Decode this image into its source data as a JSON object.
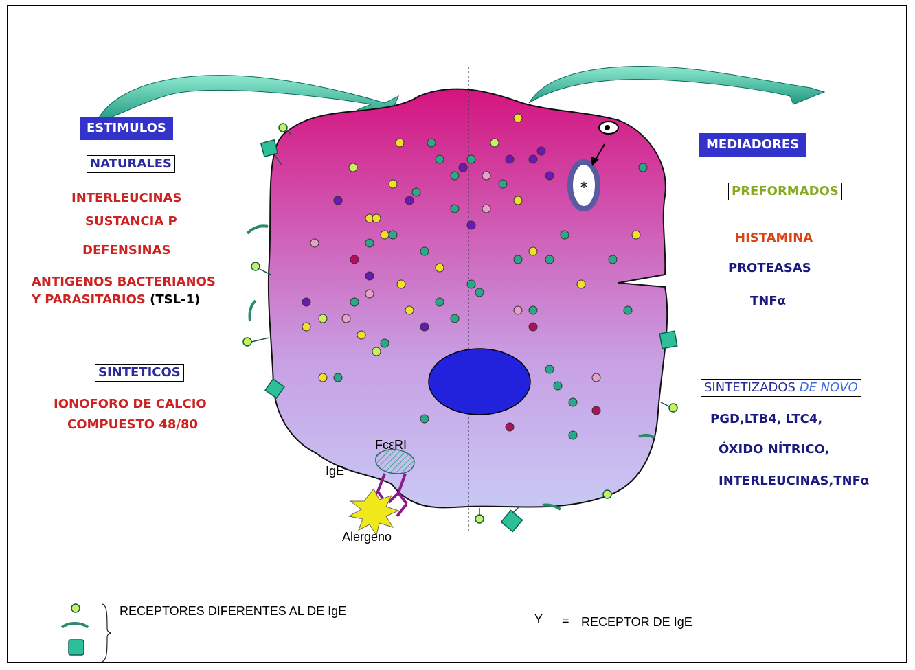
{
  "left": {
    "header": "ESTIMULOS",
    "naturales": "NATURALES",
    "interleucinas": "INTERLEUCINAS",
    "sustancia": "SUSTANCIA P",
    "defensinas": "DEFENSINAS",
    "antigenos1": "ANTIGENOS BACTERIANOS",
    "antigenos2": "Y PARASITARIOS",
    "tsl": "(TSL-1)",
    "sinteticos": "SINTETICOS",
    "ionoforo": "IONOFORO DE CALCIO",
    "compuesto": "COMPUESTO 48/80"
  },
  "right": {
    "header": "MEDIADORES",
    "preformados": "PREFORMADOS",
    "histamina": "HISTAMINA",
    "proteasas": "PROTEASAS",
    "tnf": "TNFα",
    "sintetizados": "SINTETIZADOS",
    "denovo": "DE NOVO",
    "line1": "PGD,LTB4, LTC4,",
    "line2": "ÓXIDO NÍTRICO,",
    "line3": "INTERLEUCINAS,TNFα"
  },
  "cell": {
    "fceri": "FcεRI",
    "ige": "IgE",
    "alergeno": "Alergeno",
    "granule_mark": "*"
  },
  "legend": {
    "receptores": "RECEPTORES DIFERENTES AL DE IgE",
    "y_symbol": "Y",
    "equals": "=",
    "receptor_ige": "RECEPTOR DE IgE"
  },
  "colors": {
    "cell_top": "#d4147f",
    "cell_bottom": "#c8c8f4",
    "nucleus": "#2222dd",
    "arrow": "#33bb99",
    "header_box": "#3333cc",
    "stimulus_text": "#cc2222",
    "mediator_text": "#1a1a80",
    "preformados_text": "#88aa22",
    "histamina_text": "#dd4411",
    "granule_teal": "#2aa88a",
    "granule_yellow": "#f2e028",
    "granule_purple": "#6a1ab0",
    "granule_pink": "#e8a0c8",
    "granule_lime": "#c8f060",
    "granule_magenta": "#b0105a"
  }
}
